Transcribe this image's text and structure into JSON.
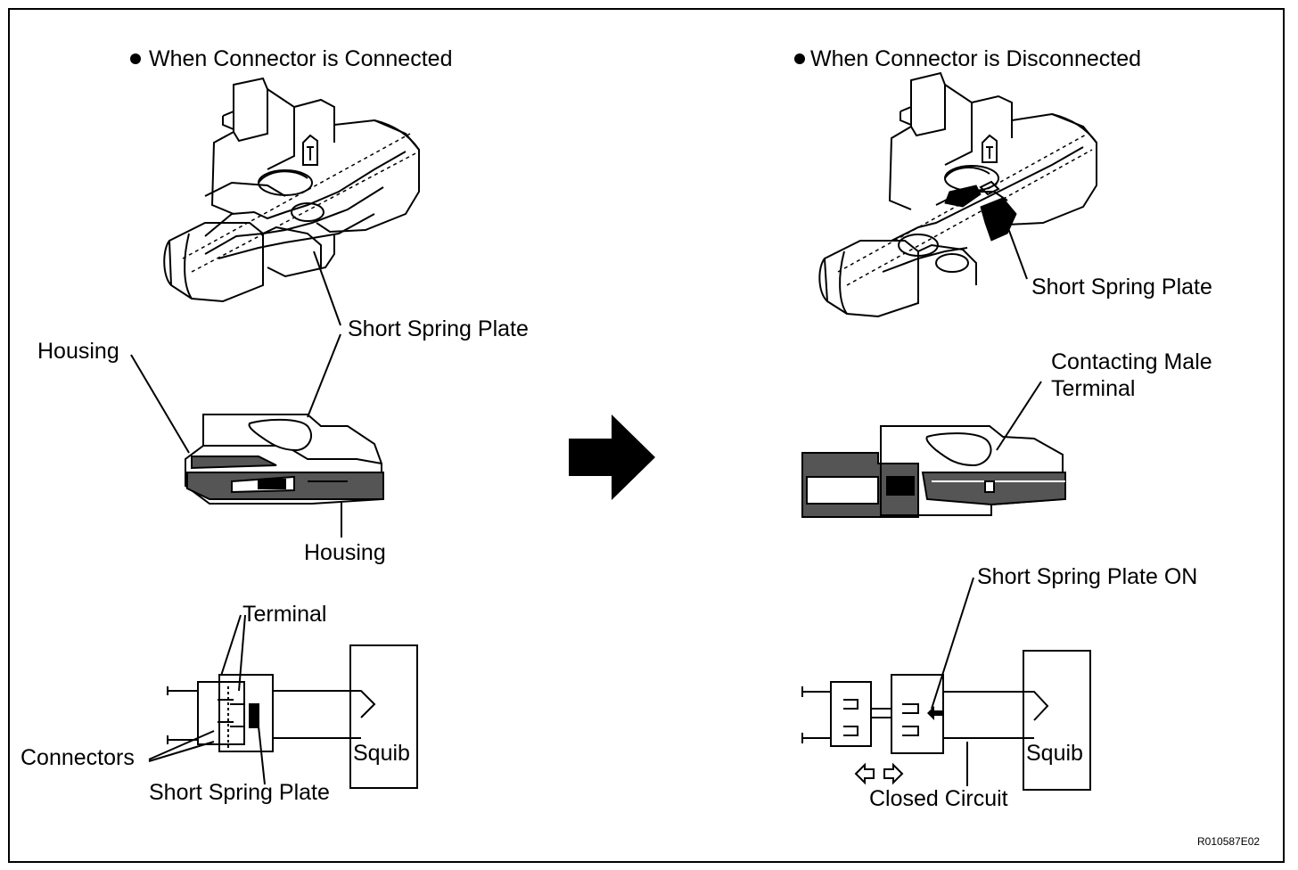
{
  "left_panel": {
    "heading": "When Connector is Connected",
    "labels": {
      "short_spring_plate_top": "Short Spring Plate",
      "housing_left": "Housing",
      "housing_bottom": "Housing",
      "terminal": "Terminal",
      "connectors": "Connectors",
      "short_spring_plate_bottom": "Short Spring Plate",
      "squib": "Squib"
    }
  },
  "right_panel": {
    "heading": "When Connector is Disconnected",
    "labels": {
      "short_spring_plate_top": "Short Spring Plate",
      "contacting_male_terminal": "Contacting Male\nTerminal",
      "short_spring_plate_on": "Short Spring Plate ON",
      "closed_circuit": "Closed Circuit",
      "squib": "Squib"
    }
  },
  "figure_code": "R010587E02",
  "icons": [
    "bullet-icon",
    "right-arrow-icon",
    "double-arrow-icon"
  ]
}
